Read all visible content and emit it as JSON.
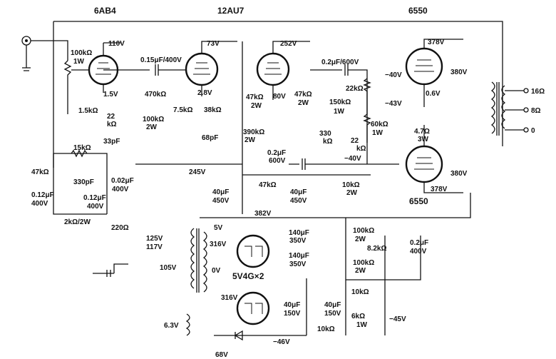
{
  "tubes": {
    "input": "6AB4",
    "driver": "12AU7",
    "output_top": "6550",
    "output_bottom": "6550",
    "rectifier": "5V4G×2"
  },
  "voltages": {
    "v110": "110V",
    "v15": "1.5V",
    "v73": "73V",
    "v28": "2.8V",
    "v252": "252V",
    "v80": "80V",
    "v378a": "378V",
    "v380a": "380V",
    "v06": "0.6V",
    "v380b": "380V",
    "v378b": "378V",
    "n40a": "−40V",
    "n43": "−43V",
    "n40b": "−40V",
    "v245": "245V",
    "v382": "382V",
    "v5": "5V",
    "v316a": "316V",
    "v0": "0V",
    "v316b": "316V",
    "v125": "125V",
    "v117": "117V",
    "v105": "105V",
    "v63": "6.3V",
    "n46": "−46V",
    "v68": "68V",
    "n45": "−45V"
  },
  "components": {
    "pot100k": "100kΩ",
    "pot1w": "1W",
    "r15k_a": "1.5kΩ",
    "r22_a": "22",
    "r22k_a": "kΩ",
    "c015": "0.15μF/400V",
    "r470k": "470kΩ",
    "r100k2w_a": "100kΩ",
    "r100k2w_b": "2W",
    "c33p": "33pF",
    "r75k": "7.5kΩ",
    "r47k2w_a1": "47kΩ",
    "r47k2w_a2": "2W",
    "r38k": "38kΩ",
    "c68p": "68pF",
    "r390k_a": "390kΩ",
    "r390k_b": "2W",
    "r47k2w_b1": "47kΩ",
    "r47k2w_b2": "2W",
    "c02_600": "0.2μF/600V",
    "r22k_b": "22kΩ",
    "r150k_a": "150kΩ",
    "r150k_b": "1W",
    "r330k_a": "330",
    "r330k_b": "kΩ",
    "r22k_c1": "22",
    "r22k_c2": "kΩ",
    "pot60k_a": "60kΩ",
    "pot60k_b": "1W",
    "c02_600b_a": "0.2μF",
    "c02_600b_b": "600V",
    "r47_3w_a": "4.7Ω",
    "r47_3w_b": "3W",
    "r15k_b": "15kΩ",
    "c330p": "330pF",
    "r47k_b": "47kΩ",
    "c012_a1": "0.12μF",
    "c012_a2": "400V",
    "c012_b1": "0.12μF",
    "c012_b2": "400V",
    "c002_a": "0.02μF",
    "c002_b": "400V",
    "pot2k": "2kΩ/2W",
    "r220": "220Ω",
    "c40_a1": "40μF",
    "c40_a2": "450V",
    "r47k_c": "47kΩ",
    "c40_b1": "40μF",
    "c40_b2": "450V",
    "r10k2w_a": "10kΩ",
    "r10k2w_b": "2W",
    "c140_a1": "140μF",
    "c140_a2": "350V",
    "c140_b1": "140μF",
    "c140_b2": "350V",
    "r100k_c1": "100kΩ",
    "r100k_c2": "2W",
    "r100k_d1": "100kΩ",
    "r100k_d2": "2W",
    "r82k": "8.2kΩ",
    "c02_400_a": "0.2μF",
    "c02_400_b": "400V",
    "c40_c1": "40μF",
    "c40_c2": "150V",
    "c40_d1": "40μF",
    "c40_d2": "150V",
    "r10k_e": "10kΩ",
    "pot6k_a": "6kΩ",
    "pot6k_b": "1W",
    "r10k_f": "10kΩ"
  },
  "outputs": {
    "o16": "16Ω",
    "o8": "8Ω",
    "o0": "0"
  }
}
